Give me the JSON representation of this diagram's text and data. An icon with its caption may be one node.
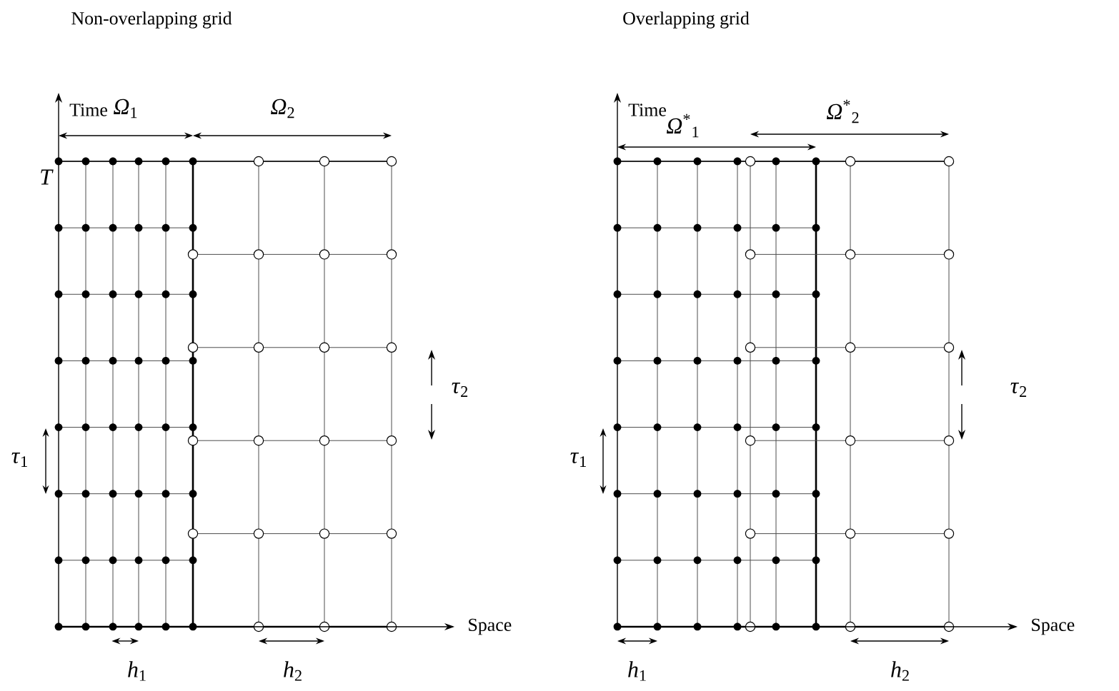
{
  "diagram": {
    "labels": [
      "Non-overlapping grid",
      "Time",
      "*Ω*$_{1}$",
      "*Ω*$_{2}$",
      "T",
      "*τ*$_{1}$",
      "*τ*$_{2}$",
      "Space",
      "*h*$_{1}$",
      "*h*$_{2}$",
      "Overlapping grid",
      "Time",
      "*Ω*$^{*}$$_{1}$",
      "*Ω*$^{*}$$_{2}$",
      "*τ*$_{1}$",
      "*τ*$_{2}$",
      "Space",
      "*h*$_{1}$",
      "*h*$_{2}$"
    ]
  }
}
